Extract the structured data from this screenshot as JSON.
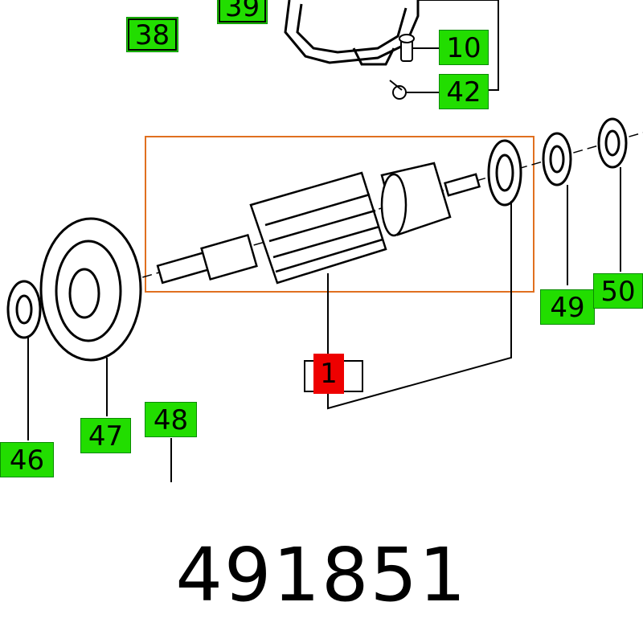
{
  "diagram": {
    "part_number": "491851",
    "highlight_color": "#ee0000",
    "label_color": "#22dd00",
    "frame_color": "#e07020",
    "labels": {
      "l38": "38",
      "l39": "39",
      "l10": "10",
      "l42": "42",
      "l49": "49",
      "l50": "50",
      "l1": "1",
      "l47": "47",
      "l48": "48",
      "l46": "46"
    }
  }
}
